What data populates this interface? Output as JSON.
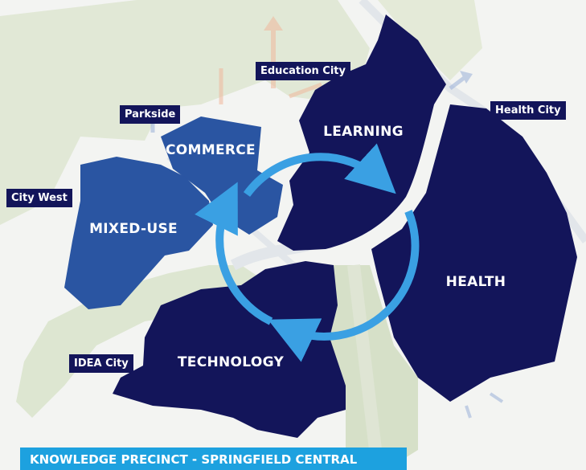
{
  "map": {
    "zones": {
      "learning": "LEARNING",
      "commerce": "COMMERCE",
      "mixed_use": "MIXED-USE",
      "health": "HEALTH",
      "technology": "TECHNOLOGY"
    },
    "locations": {
      "education_city": "Education City",
      "parkside": "Parkside",
      "health_city": "Health City",
      "city_west": "City West",
      "idea_city": "IDEA City"
    },
    "banner": "KNOWLEDGE PRECINCT - SPRINGFIELD CENTRAL"
  },
  "colors": {
    "precinct_dark": "#13155a",
    "precinct_mid": "#2f5aa4",
    "cycle_arrows": "#3aa0e3",
    "banner": "#1da1df",
    "parkland": "#dbe4cf",
    "roads": "#e6e9ec"
  },
  "icons": {
    "cycle": "circular-arrows-icon",
    "directions": "direction-arrow-icon"
  }
}
